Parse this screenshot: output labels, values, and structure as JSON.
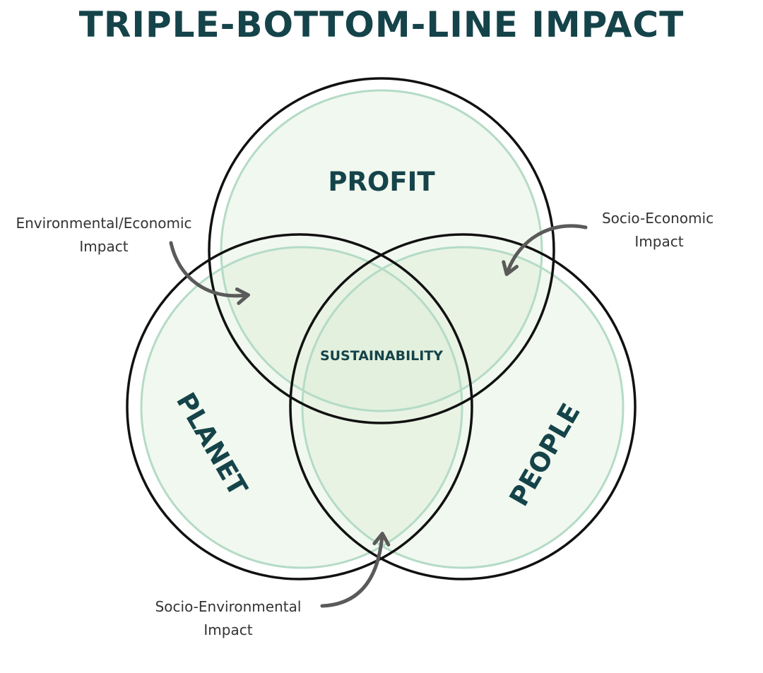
{
  "title": "TRIPLE-BOTTOM-LINE IMPACT",
  "circles": {
    "profit": "PROFIT",
    "planet": "PLANET",
    "people": "PEOPLE"
  },
  "center_label": "SUSTAINABILITY",
  "callouts": {
    "environmental_economic": [
      "Environmental/Economic",
      "Impact"
    ],
    "socio_economic": [
      "Socio-Economic",
      "Impact"
    ],
    "socio_environmental": [
      "Socio-Environmental",
      "Impact"
    ]
  },
  "colors": {
    "title_text": "#15434a",
    "circle_fill": "#d6ecd0",
    "circle_inner_stroke": "#b4dbc6",
    "circle_outer_stroke": "#111111",
    "arrow": "#5a5a5a",
    "callout_text": "#333333",
    "background": "#ffffff"
  }
}
